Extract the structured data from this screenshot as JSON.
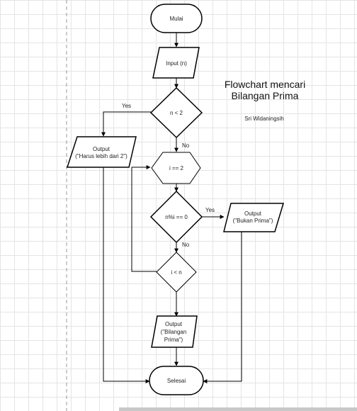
{
  "diagram": {
    "title_line1": "Flowchart mencari",
    "title_line2": "Bilangan Prima",
    "author": "Sri Widaningsih",
    "nodes": {
      "start": "Mulai",
      "input": "Input (n)",
      "decision_n_lt_2": "n < 2",
      "output_error_line1": "Output",
      "output_error_line2": "(\"Harus lebih dari 2\")",
      "assign_i": "i == 2",
      "decision_mod": "n%i == 0",
      "output_not_prime_line1": "Output",
      "output_not_prime_line2": "(\"Bukan Prima\")",
      "decision_i_lt_n": "i < n",
      "output_prime_line1": "Output",
      "output_prime_line2": "(\"Bilangan",
      "output_prime_line3": "Prima\")",
      "end": "Selesai"
    },
    "edge_labels": {
      "yes_1": "Yes",
      "no_1": "No",
      "yes_2": "Yes",
      "no_2": "No"
    }
  }
}
